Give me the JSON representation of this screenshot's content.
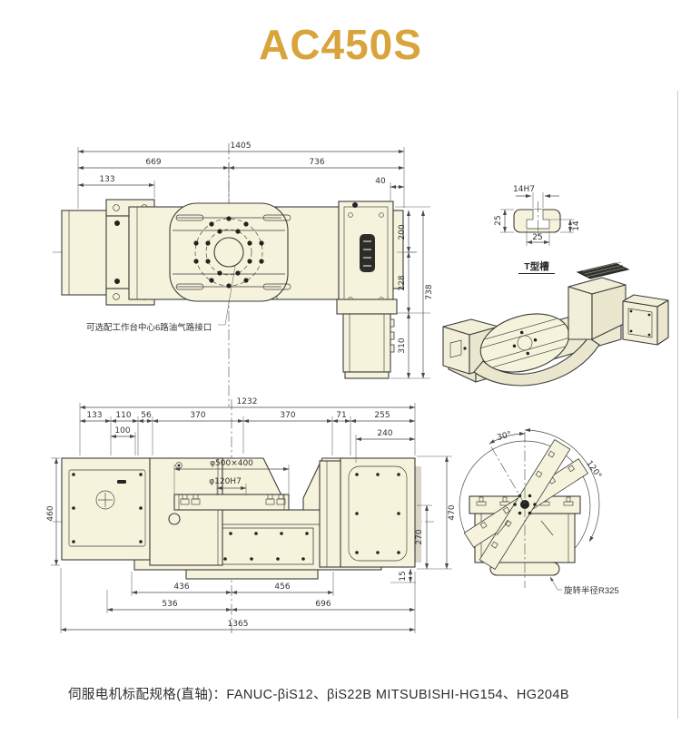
{
  "title": {
    "text": "AC450S"
  },
  "colors": {
    "accent_gold": "#D9A43C",
    "body_fill": "#F6F3DC",
    "line": "#3C3C3C",
    "dim_line": "#4A4A4A"
  },
  "top_view": {
    "dims": {
      "overall_width": "1405",
      "left_span": "669",
      "right_span": "736",
      "left_offset": "133",
      "right_offset": "40",
      "height_200": "200",
      "height_228": "228",
      "overall_height": "738",
      "motor_length": "310"
    },
    "annotation": "可选配工作台中心6路油气路接口"
  },
  "t_slot_detail": {
    "label": "T型槽",
    "dims": {
      "slot_width": "14H7",
      "depth_left": "25",
      "bottom_width": "25",
      "slot_height": "14"
    }
  },
  "front_view": {
    "dims": {
      "d1232": "1232",
      "d133": "133",
      "d110": "110",
      "d56": "56",
      "d370a": "370",
      "d370b": "370",
      "d71": "71",
      "d255": "255",
      "d100": "100",
      "d240": "240",
      "d_table": "φ500×400",
      "d_bore": "φ120H7",
      "d460": "460",
      "d470": "470",
      "d270": "270",
      "d15": "15",
      "d436": "436",
      "d456": "456",
      "d536": "536",
      "d696": "696",
      "d1365": "1365"
    }
  },
  "rotation_view": {
    "angle_left": "30°",
    "angle_right": "120°",
    "radius_note": "旋转半径R325"
  },
  "footer": {
    "spec": "伺服电机标配规格(直轴)：FANUC-βiS12、βiS22B  MITSUBISHI-HG154、HG204B"
  }
}
